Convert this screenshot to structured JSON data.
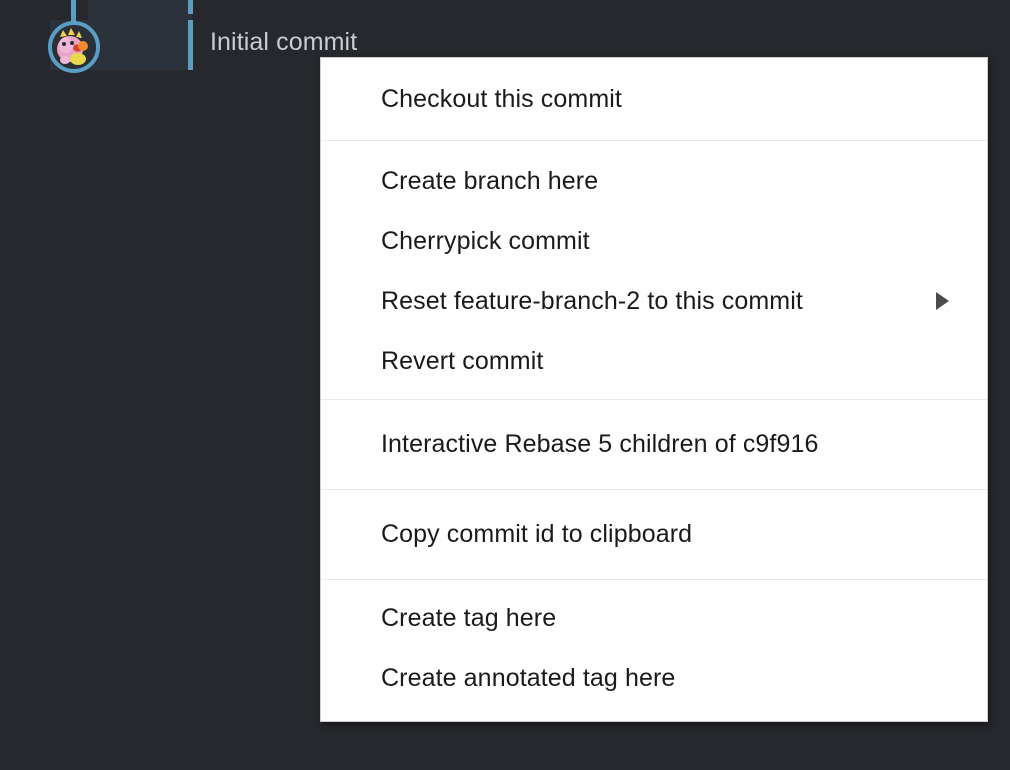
{
  "graph": {
    "commit_subject": "Initial commit",
    "node_icon": "commit-node-avatar",
    "edge_color": "#5a9ec4",
    "row_background": "#2b323b",
    "app_background": "#26282d"
  },
  "context_menu": {
    "groups": [
      {
        "name": "checkout",
        "items": [
          {
            "label": "Checkout this commit",
            "has_submenu": false
          }
        ]
      },
      {
        "name": "branch-operations",
        "items": [
          {
            "label": "Create branch here",
            "has_submenu": false
          },
          {
            "label": "Cherrypick commit",
            "has_submenu": false
          },
          {
            "label": "Reset feature-branch-2 to this commit",
            "has_submenu": true
          },
          {
            "label": "Revert commit",
            "has_submenu": false
          }
        ]
      },
      {
        "name": "rebase",
        "items": [
          {
            "label": "Interactive Rebase 5 children of c9f916",
            "has_submenu": false
          }
        ]
      },
      {
        "name": "clipboard",
        "items": [
          {
            "label": "Copy commit id to clipboard",
            "has_submenu": false
          }
        ]
      },
      {
        "name": "tags",
        "items": [
          {
            "label": "Create tag here",
            "has_submenu": false
          },
          {
            "label": "Create annotated tag here",
            "has_submenu": false
          }
        ]
      }
    ]
  }
}
